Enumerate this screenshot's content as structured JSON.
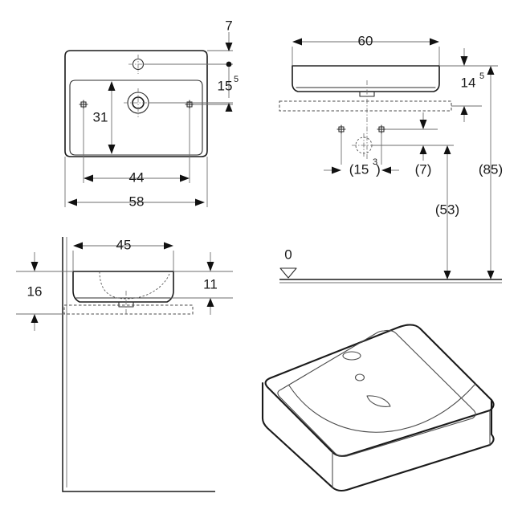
{
  "document": {
    "type": "technical-drawing",
    "subject": "Wall-hung washbasin dimensional drawing",
    "units": "cm",
    "background_color": "#ffffff",
    "line_color": "#1a1a1a",
    "dimension_color": "#6e6e6e"
  },
  "views": {
    "plan": {
      "name": "Top view (plan)",
      "dimensions": {
        "overall_width": "58",
        "tap_hole_spacing": "44",
        "bowl_depth": "31"
      },
      "features": {
        "overflow_hole": "overflow-hole",
        "tap_hole": "tap-hole",
        "left_mark": "fixing-crosshair-left",
        "right_mark": "fixing-crosshair-right"
      }
    },
    "front_elevation": {
      "name": "Front elevation",
      "dimensions": {
        "overall_length": "60",
        "body_height": "14",
        "body_height_sup": "5",
        "mount_height": "85",
        "waste_height": "53",
        "offset_a": "(15",
        "offset_a_sup": "3",
        "offset_a_close": ")",
        "offset_b": "(7)",
        "floor_level": "0"
      }
    },
    "side_elevation": {
      "name": "Side elevation",
      "dimensions": {
        "depth": "45",
        "height_left": "16",
        "height_right": "11"
      }
    },
    "perspective": {
      "name": "Perspective view",
      "features": {
        "tap_hole": "tap-hole",
        "overflow": "overflow-hole",
        "waste_outlet": "waste-outlet"
      }
    }
  },
  "labels": {
    "d_7": "7",
    "d_155": "15",
    "d_155_sup": "5",
    "d_58": "58",
    "d_44": "44",
    "d_31": "31",
    "d_60": "60",
    "d_145": "14",
    "d_145_sup": "5",
    "d_85": "(85)",
    "d_53": "(53)",
    "d_153_open": "(15",
    "d_153_sup": "3",
    "d_153_close": ")",
    "d_7p": "(7)",
    "d_0": "0",
    "d_45": "45",
    "d_16": "16",
    "d_11": "11"
  }
}
